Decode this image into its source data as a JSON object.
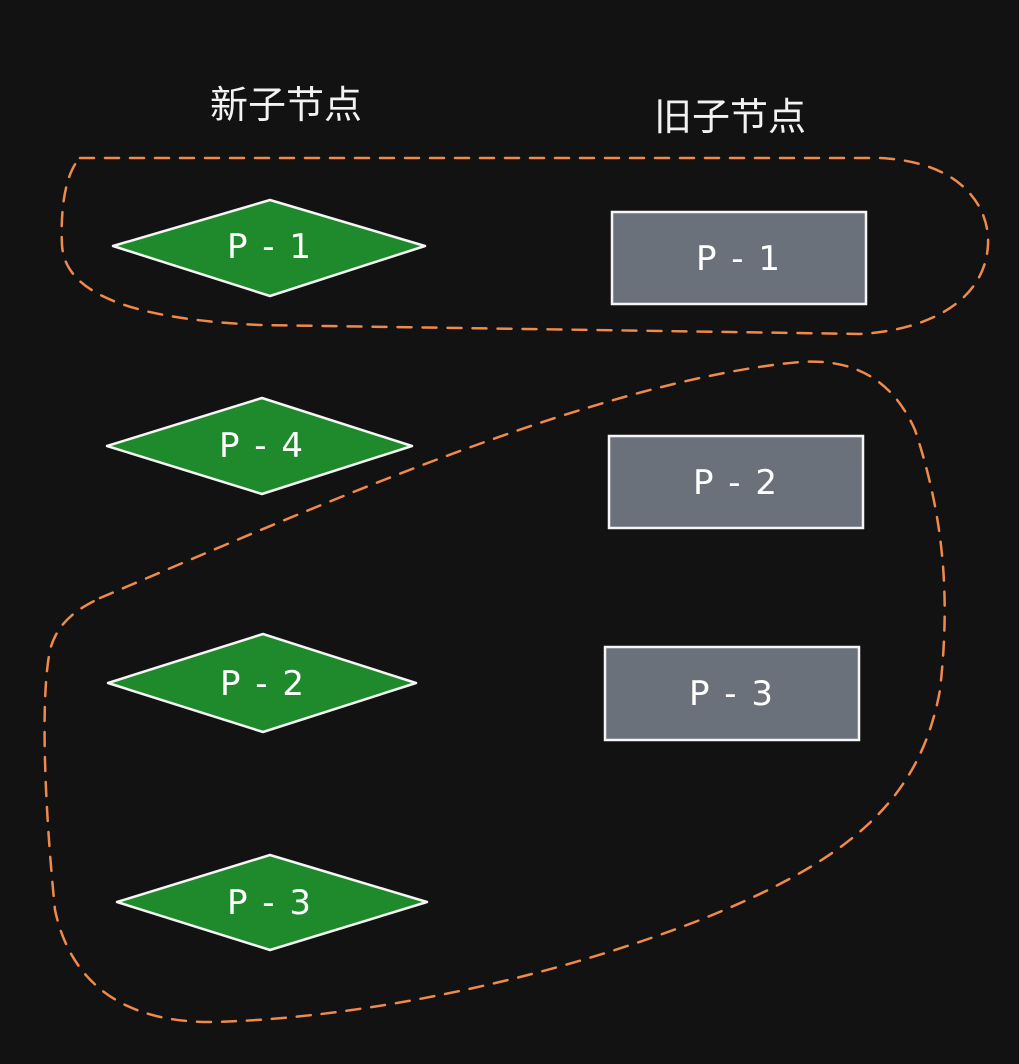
{
  "diagram": {
    "columns": {
      "new_title": "新子节点",
      "old_title": "旧子节点"
    },
    "new_nodes": [
      {
        "label": "P - 1"
      },
      {
        "label": "P - 4"
      },
      {
        "label": "P - 2"
      },
      {
        "label": "P - 3"
      }
    ],
    "old_nodes": [
      {
        "label": "P - 1"
      },
      {
        "label": "P - 2"
      },
      {
        "label": "P - 3"
      }
    ],
    "groups": [
      {
        "members": [
          "new P - 1",
          "old P - 1"
        ]
      },
      {
        "members": [
          "new P - 2",
          "new P - 3",
          "old P - 2",
          "old P - 3"
        ]
      }
    ],
    "colors": {
      "background": "#121212",
      "new_node_fill": "#1e8a2b",
      "old_node_fill": "#6b717a",
      "stroke": "#f5f5f5",
      "group_outline": "#f08a4b",
      "text": "#ffffff"
    }
  }
}
